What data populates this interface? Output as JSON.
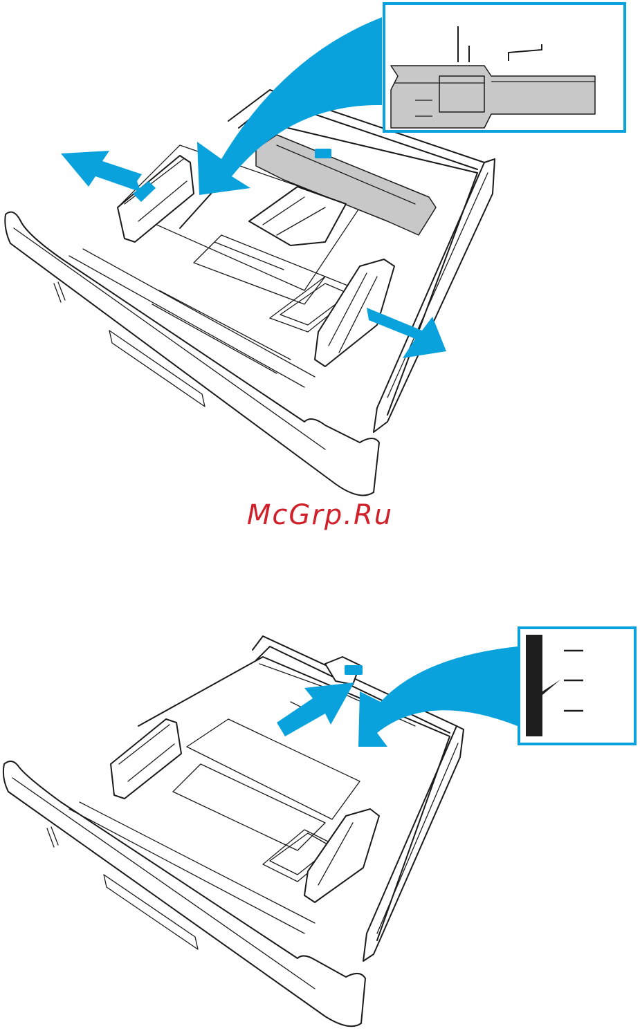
{
  "watermark": {
    "text": "McGrp.Ru",
    "color": "#d0202a"
  },
  "colors": {
    "accent": "#0aa2dc",
    "outline": "#1a1a1a",
    "gray": "#b8b8b8",
    "dark": "#1e1e1e"
  },
  "figures": [
    {
      "name": "tray-adjust-paper-guides",
      "icons": [
        "arrow-left-icon",
        "arrow-right-icon",
        "callout-arrow-icon",
        "guide-marker-inset-icon"
      ]
    },
    {
      "name": "tray-adjust-length-guide",
      "icons": [
        "arrow-up-right-icon",
        "callout-arrow-icon",
        "paper-height-marks-inset-icon"
      ]
    }
  ]
}
